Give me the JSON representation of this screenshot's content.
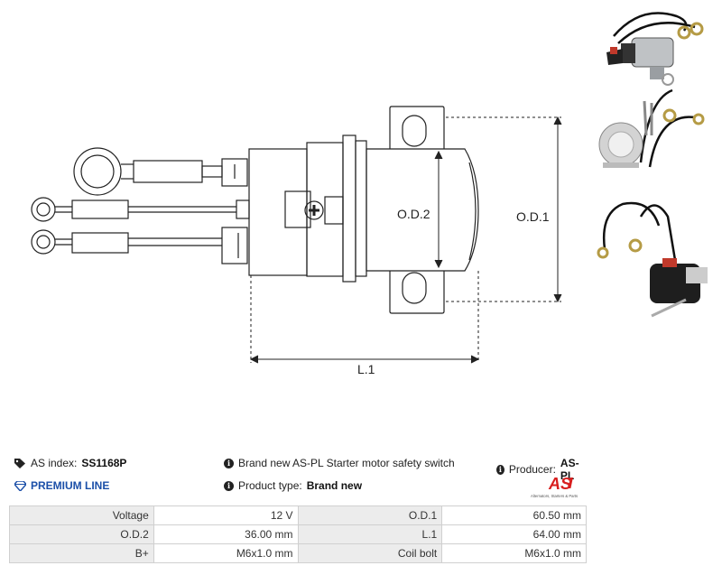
{
  "drawing": {
    "od2_label": "O.D.2",
    "od1_label": "O.D.1",
    "l1_label": "L.1"
  },
  "info": {
    "as_index_label": "AS index:",
    "as_index_value": "SS1168P",
    "description": "Brand new AS-PL Starter motor safety switch",
    "producer_label": "Producer:",
    "producer_value": "AS-PL",
    "premium_line": "PREMIUM LINE",
    "product_type_label": "Product type:",
    "product_type_value": "Brand new",
    "logo_text": "AS",
    "logo_tagline": "Alternators, Starters & Parts"
  },
  "specs": [
    {
      "label1": "Voltage",
      "value1": "12 V",
      "label2": "O.D.1",
      "value2": "60.50 mm"
    },
    {
      "label1": "O.D.2",
      "value1": "36.00 mm",
      "label2": "L.1",
      "value2": "64.00 mm"
    },
    {
      "label1": "B+",
      "value1": "M6x1.0 mm",
      "label2": "Coil bolt",
      "value2": "M6x1.0 mm"
    }
  ],
  "icons": {
    "tag": "tag-icon",
    "info": "info-icon",
    "diamond": "diamond-icon"
  }
}
